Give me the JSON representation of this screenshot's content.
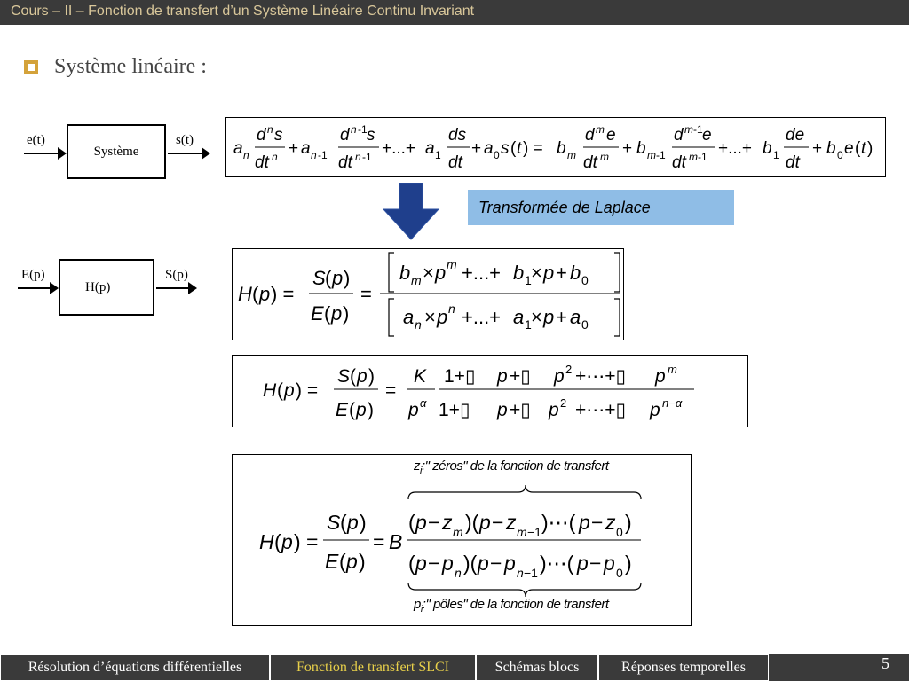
{
  "header": {
    "title": "Cours – II – Fonction de transfert d’un Système Linéaire Continu Invariant"
  },
  "section": {
    "title": "Système linéaire :"
  },
  "block1": {
    "input": "e(t)",
    "label": "Système",
    "output": "s(t)"
  },
  "block2": {
    "input": "E(p)",
    "label": "H(p)",
    "output": "S(p)"
  },
  "laplace": {
    "label": "Transformée de Laplace"
  },
  "eq4": {
    "top_note": "z",
    "top_note_sub": "i",
    "top_note_text": ":\" zéros\" de la fonction de transfert",
    "bottom_note": "p",
    "bottom_note_sub": "i",
    "bottom_note_text": ":\" pôles\" de la fonction de transfert"
  },
  "footer": {
    "tabs": [
      {
        "label": "Résolution d’équations différentielles"
      },
      {
        "label": "Fonction de transfert SLCI"
      },
      {
        "label": "Schémas blocs"
      },
      {
        "label": "Réponses temporelles"
      }
    ],
    "page": "5"
  },
  "colors": {
    "header_bg": "#3a3a3a",
    "header_text": "#d9c79a",
    "bullet": "#d4a23a",
    "laplace_bg": "#8fbde6",
    "arrow_blue": "#1f3f8c",
    "active_tab": "#e8d04a"
  }
}
